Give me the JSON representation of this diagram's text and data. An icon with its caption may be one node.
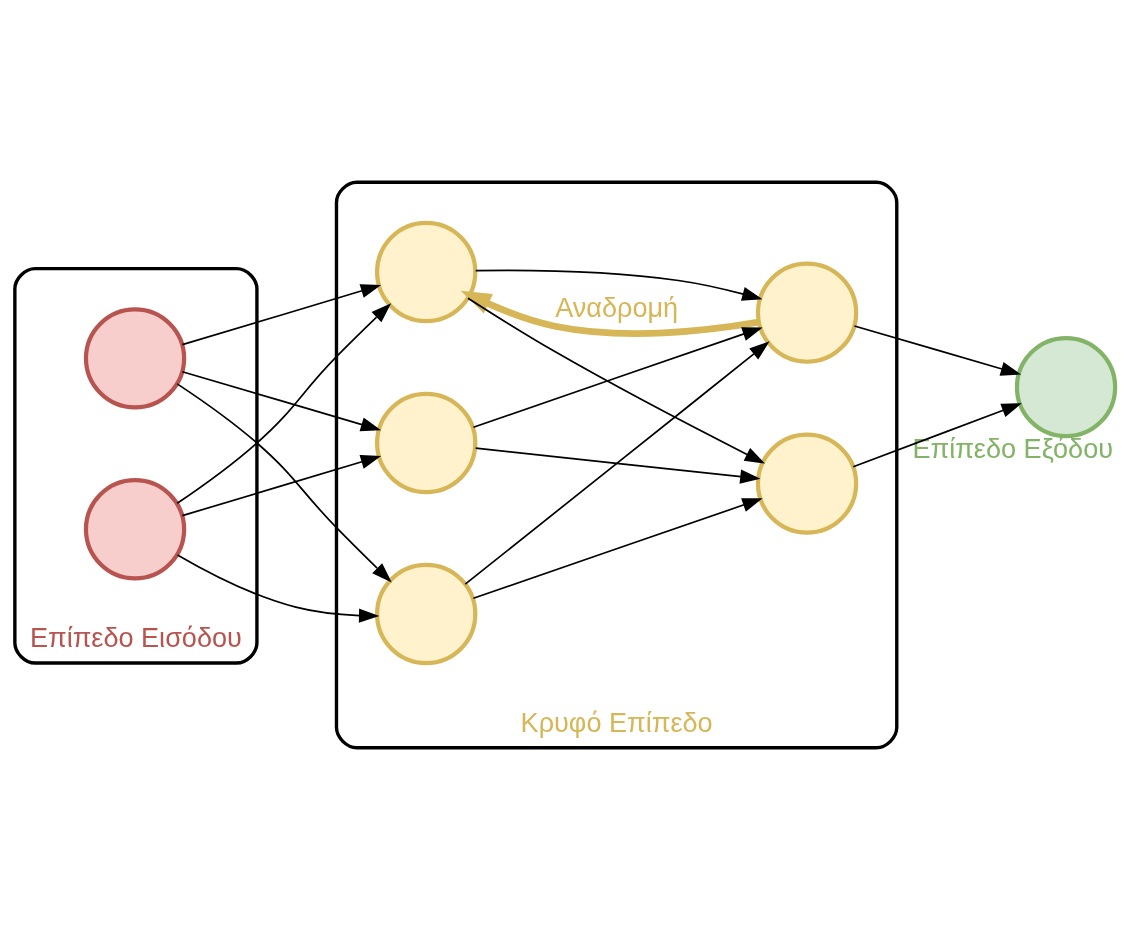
{
  "diagram": {
    "nodes": [
      {
        "text": [
          "Επίπεδο Εισόδου"
        ]
      },
      {
        "text": [],
        "shape": "circle",
        "in": 0
      },
      {
        "text": [],
        "shape": "circle",
        "in": 0
      },
      {
        "text": [
          "Κρυφό Επίπεδο"
        ]
      },
      {
        "text": [],
        "shape": "circle",
        "in": 3
      },
      {
        "text": [],
        "shape": "circle",
        "in": 3
      },
      {
        "text": [],
        "shape": "circle",
        "in": 3
      },
      {
        "text": [],
        "shape": "circle",
        "in": 3
      },
      {
        "text": [],
        "shape": "circle",
        "in": 3
      },
      {
        "text": [],
        "shape": "circle",
        "beside": [
          "Επίπεδο Εξόδου"
        ]
      }
    ],
    "edges": [
      {
        "from": 1,
        "to": 4,
        "arrow": "to"
      },
      {
        "from": 1,
        "to": 5,
        "arrow": "to"
      },
      {
        "from": 1,
        "to": 6,
        "arrow": "to"
      },
      {
        "from": 2,
        "to": 4,
        "arrow": "to"
      },
      {
        "from": 2,
        "to": 5,
        "arrow": "to"
      },
      {
        "from": 2,
        "to": 6,
        "arrow": "to"
      },
      {
        "from": 4,
        "to": 7,
        "arrow": "to"
      },
      {
        "from": 4,
        "to": 8,
        "arrow": "to"
      },
      {
        "from": 5,
        "to": 7,
        "arrow": "to"
      },
      {
        "from": 5,
        "to": 8,
        "arrow": "to"
      },
      {
        "from": 6,
        "to": 7,
        "arrow": "to"
      },
      {
        "from": 6,
        "to": 8,
        "arrow": "to"
      },
      {
        "from": 7,
        "to": 9,
        "arrow": "to"
      },
      {
        "from": 8,
        "to": 9,
        "arrow": "to"
      },
      {
        "from": 7,
        "to": 4,
        "arrow": "to",
        "label": "Αναδρομή",
        "style": "thick",
        "color": "#d6b656"
      }
    ]
  }
}
